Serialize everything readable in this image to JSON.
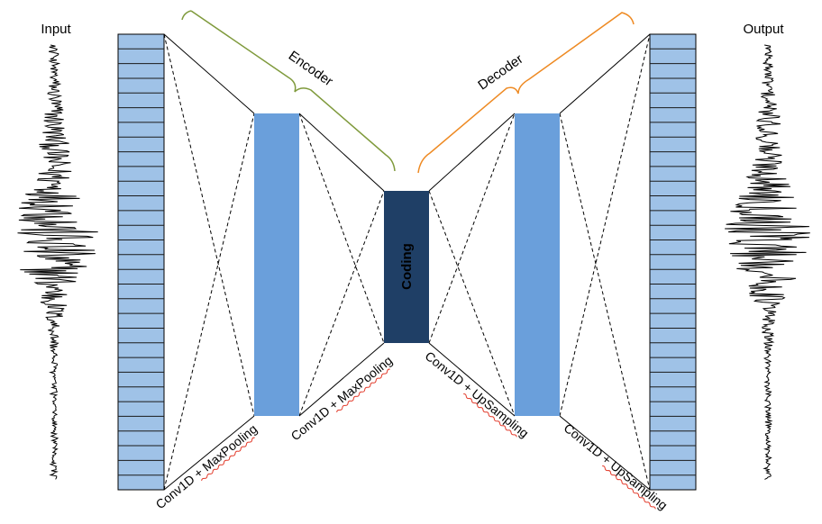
{
  "labels": {
    "input": "Input",
    "output": "Output",
    "encoder": "Encoder",
    "decoder": "Decoder",
    "coding": "Coding",
    "layer1": "Conv1D + MaxPooling",
    "layer2": "Conv1D + MaxPooling",
    "layer3": "Conv1D + UpSampling",
    "layer4": "Conv1D + UpSampling"
  },
  "colors": {
    "io_layer": "#9fc2e7",
    "hidden_layer": "#6a9fdb",
    "coding_layer": "#1f3f66",
    "encoder_accent": "#7f9a3c",
    "decoder_accent": "#ee8a23",
    "squiggle_underline": "#e23a2a"
  },
  "icons": {
    "input_signal": "waveform-icon",
    "output_signal": "waveform-icon"
  }
}
